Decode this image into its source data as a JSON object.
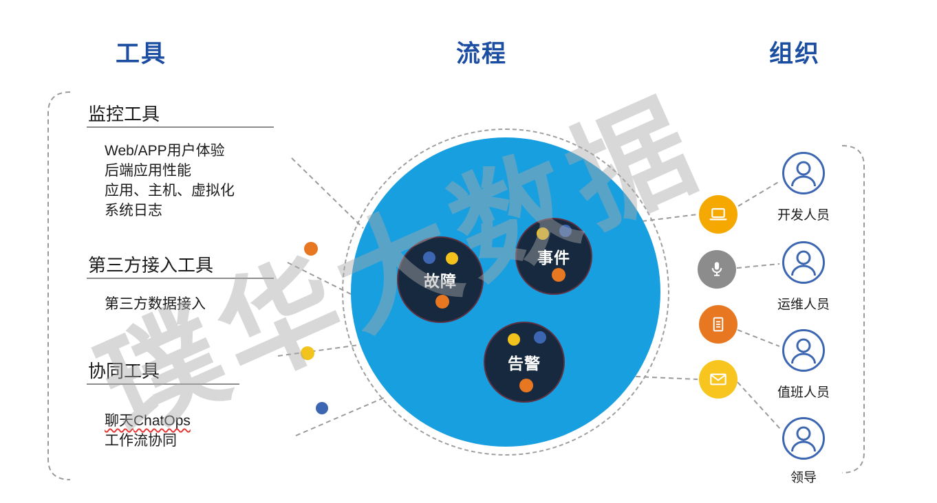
{
  "headers": {
    "tools": "工具",
    "process": "流程",
    "organization": "组织"
  },
  "watermark": "璞华大数据",
  "tools": {
    "sections": [
      {
        "title": "监控工具",
        "items": [
          "Web/APP用户体验",
          "后端应用性能",
          "应用、主机、虚拟化",
          "系统日志"
        ]
      },
      {
        "title": "第三方接入工具",
        "items": [
          "第三方数据接入"
        ]
      },
      {
        "title": "协同工具",
        "items": [
          {
            "prefix": "聊天",
            "wavy": "ChatOps"
          },
          "工作流协同"
        ]
      }
    ]
  },
  "process": {
    "bubbles": [
      {
        "label": "故障"
      },
      {
        "label": "事件"
      },
      {
        "label": "告警"
      }
    ]
  },
  "organization": {
    "channels": [
      {
        "icon": "laptop-icon",
        "color": "#F5A800"
      },
      {
        "icon": "microphone-icon",
        "color": "#8C8C8C"
      },
      {
        "icon": "document-icon",
        "color": "#E87722"
      },
      {
        "icon": "envelope-icon",
        "color": "#F7C51E"
      }
    ],
    "roles": [
      {
        "label": "开发人员"
      },
      {
        "label": "运维人员"
      },
      {
        "label": "值班人员"
      },
      {
        "label": "领导"
      }
    ]
  },
  "colors": {
    "header_blue": "#1B4DA1",
    "core_circle": "#189FE0",
    "bubble_dark": "#16293E",
    "dot_blue": "#3C66B1",
    "dot_yellow": "#F2C21D",
    "dot_orange": "#E87722",
    "connector_gray": "#999999",
    "role_outline_blue": "#3C66B1",
    "watermark_gray": "#A8A8A8",
    "wavy_underline_red": "#E53935"
  }
}
